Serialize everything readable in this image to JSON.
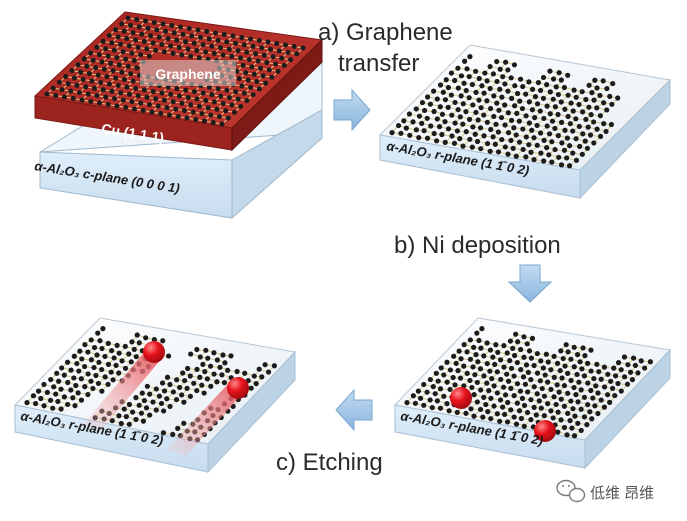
{
  "steps": {
    "a_line1": "a) Graphene",
    "a_line2": "transfer",
    "b": "b) Ni deposition",
    "c": "c) Etching"
  },
  "labels": {
    "graphene": "Graphene",
    "cu": "Cu (1 1 1)",
    "c_plane": "α-Al₂O₃ c-plane (0 0 0 1)",
    "r_plane_1": "α-Al₂O₃ r-plane (1 1̄ 0 2)",
    "r_plane_2": "α-Al₂O₃ r-plane (1 1̄ 0 2)",
    "r_plane_3": "α-Al₂O₃ r-plane (1 1̄ 0 2)"
  },
  "watermark": {
    "text": "低维 昂维",
    "icon": "wechat-icon"
  },
  "colors": {
    "copper": "#b02b24",
    "sapphire": "#d6e9f7",
    "arrow": "#9ec4e6",
    "nickel": "#e0101b",
    "carbon": "#1c1c1c"
  }
}
